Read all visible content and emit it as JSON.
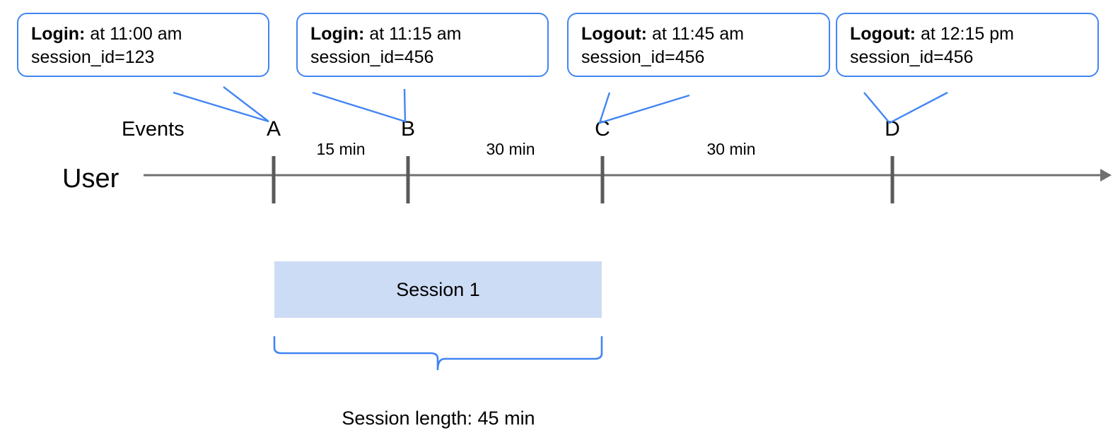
{
  "diagram": {
    "title_caption": "Session length: 45 min",
    "colors": {
      "callout_border": "#4285f4",
      "brace": "#4285f4",
      "session_fill": "#cddcf5",
      "axis": "#707070",
      "tick": "#5a5a5a",
      "text": "#000000"
    },
    "rows": [
      {
        "name": "events-row",
        "label": "Events"
      },
      {
        "name": "user-row",
        "label": "User"
      }
    ],
    "callouts": [
      {
        "id": "A",
        "type_label": "Login:",
        "detail": "at 11:00 am",
        "session_id": "session_id=123"
      },
      {
        "id": "B",
        "type_label": "Login:",
        "detail": "at 11:15 am",
        "session_id": "session_id=456"
      },
      {
        "id": "C",
        "type_label": "Logout:",
        "detail": "at 11:45 am",
        "session_id": "session_id=456"
      },
      {
        "id": "D",
        "type_label": "Logout:",
        "detail": "at 12:15 pm",
        "session_id": "session_id=456"
      }
    ],
    "events": [
      {
        "letter": "A",
        "time": "11:00 am",
        "event": "Login",
        "session_id": "123"
      },
      {
        "letter": "B",
        "time": "11:15 am",
        "event": "Login",
        "session_id": "456"
      },
      {
        "letter": "C",
        "time": "11:45 am",
        "event": "Logout",
        "session_id": "456"
      },
      {
        "letter": "D",
        "time": "12:15 pm",
        "event": "Logout",
        "session_id": "456"
      }
    ],
    "intervals": [
      {
        "from": "A",
        "to": "B",
        "label": "15 min"
      },
      {
        "from": "B",
        "to": "C",
        "label": "30 min"
      },
      {
        "from": "C",
        "to": "D",
        "label": "30 min"
      }
    ],
    "session": {
      "label": "Session 1",
      "from": "A",
      "to": "C",
      "length_label": "45 min"
    }
  }
}
